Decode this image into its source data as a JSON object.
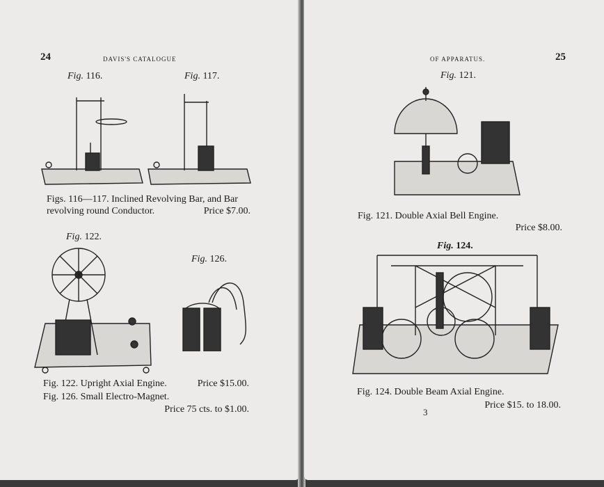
{
  "left_page": {
    "page_number": "24",
    "running_head": "Davis's Catalogue",
    "figures": {
      "fig116": {
        "prefix": "Fig.",
        "num": "116."
      },
      "fig117": {
        "prefix": "Fig.",
        "num": "117."
      },
      "fig122": {
        "prefix": "Fig.",
        "num": "122."
      },
      "fig126": {
        "prefix": "Fig.",
        "num": "126."
      }
    },
    "captions": {
      "c116_line1": "Figs. 116—117.  Inclined Revolving Bar, and Bar",
      "c116_line2": "revolving round Conductor.",
      "c116_price": "Price $7.00.",
      "c122": "Fig. 122.   Upright Axial Engine.",
      "c122_price": "Price $15.00.",
      "c126": "Fig. 126.   Small Electro-Magnet.",
      "c126_price": "Price 75 cts. to $1.00."
    }
  },
  "right_page": {
    "page_number": "25",
    "running_head": "of Apparatus.",
    "figures": {
      "fig121": {
        "prefix": "Fig.",
        "num": "121."
      },
      "fig124": {
        "prefix": "Fig.",
        "num": "124."
      }
    },
    "captions": {
      "c121": "Fig. 121.   Double Axial Bell Engine.",
      "c121_price": "Price $8.00.",
      "c124": "Fig. 124.   Double Beam Axial Engine.",
      "c124_price": "Price $15. to 18.00."
    },
    "signature_mark": "3"
  }
}
